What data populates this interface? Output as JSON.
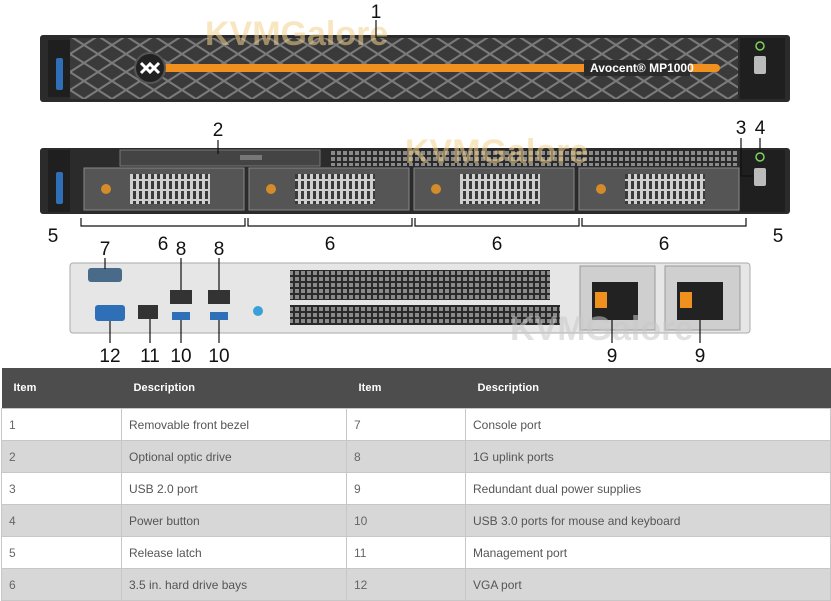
{
  "figure": {
    "brand_label": "Avocent® MP1000",
    "watermarks": [
      "KVMGalore",
      "KVMGalore",
      "KVMGalore"
    ],
    "callouts": {
      "bezel": "1",
      "optic_drive": "2",
      "usb2": "3",
      "power": "4",
      "latch_left": "5",
      "latch_right": "5",
      "drive_bay_1": "6",
      "drive_bay_2": "6",
      "drive_bay_3": "6",
      "drive_bay_4": "6",
      "console": "7",
      "uplink_1": "8",
      "uplink_2": "8",
      "psu_1": "9",
      "psu_2": "9",
      "usb3_1": "10",
      "usb3_2": "10",
      "mgmt": "11",
      "vga": "12"
    }
  },
  "table": {
    "headers": [
      "Item",
      "Description",
      "Item",
      "Description"
    ],
    "rows": [
      [
        "1",
        "Removable front bezel",
        "7",
        "Console port"
      ],
      [
        "2",
        "Optional optic drive",
        "8",
        "1G uplink ports"
      ],
      [
        "3",
        "USB 2.0 port",
        "9",
        "Redundant dual power supplies"
      ],
      [
        "4",
        "Power button",
        "10",
        "USB 3.0 ports for mouse and keyboard"
      ],
      [
        "5",
        "Release latch",
        "11",
        "Management port"
      ],
      [
        "6",
        "3.5 in. hard drive bays",
        "12",
        "VGA port"
      ]
    ]
  },
  "colors": {
    "chassis": "#2b2b2b",
    "accent_orange": "#f0901e",
    "header_bg": "#4d4d4d",
    "row_alt": "#d7d7d7",
    "port_blue": "#2f6fb8",
    "power_green": "#7fd35a"
  }
}
